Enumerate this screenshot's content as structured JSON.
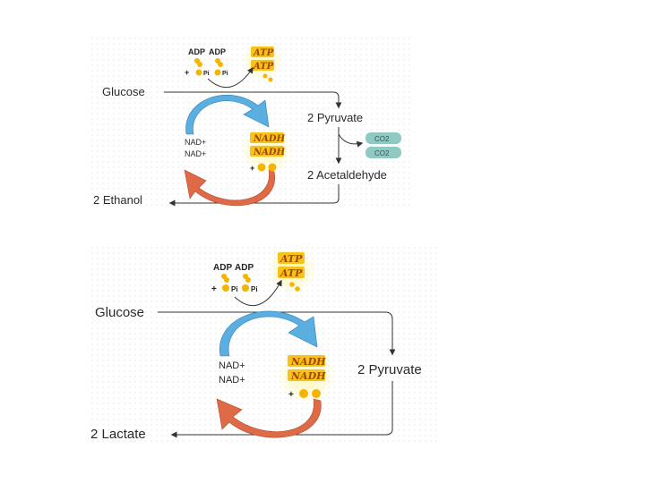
{
  "top_diagram": {
    "adp_labels": [
      "ADP",
      "ADP"
    ],
    "plus": "+",
    "pi_labels": [
      "Pi",
      "Pi"
    ],
    "atp_labels": [
      "ATP",
      "ATP"
    ],
    "glucose": "Glucose",
    "pyruvate": "2 Pyruvate",
    "co2_labels": [
      "CO2",
      "CO2"
    ],
    "nad_labels": [
      "NAD+",
      "NAD+"
    ],
    "nadh_labels": [
      "NADH",
      "NADH"
    ],
    "h_plus": "+",
    "acetaldehyde": "2 Acetaldehyde",
    "product": "2 Ethanol"
  },
  "bottom_diagram": {
    "adp_labels": [
      "ADP",
      "ADP"
    ],
    "plus": "+",
    "pi_labels": [
      "Pi",
      "Pi"
    ],
    "atp_labels": [
      "ATP",
      "ATP"
    ],
    "glucose": "Glucose",
    "pyruvate": "2 Pyruvate",
    "nad_labels": [
      "NAD+",
      "NAD+"
    ],
    "nadh_labels": [
      "NADH",
      "NADH"
    ],
    "h_plus": "+",
    "product": "2 Lactate"
  },
  "colors": {
    "blue_arrow": "#5aaee0",
    "red_arrow": "#de6a48",
    "atp_fill": "#f7c21a",
    "glow": "#fff3a0",
    "co2_fill": "#8fc9c2",
    "line": "#333333"
  }
}
